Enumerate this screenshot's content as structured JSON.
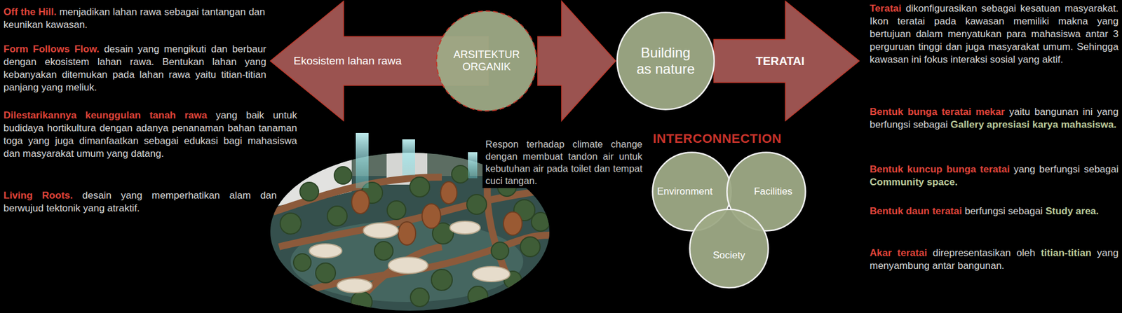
{
  "diagram": {
    "nodes": [
      {
        "text": [
          "Ekosistem lahan rawa"
        ]
      },
      {
        "text": [
          "ARSITEKTUR ORGANIK"
        ]
      },
      {
        "text": [
          "Building as nature"
        ]
      },
      {
        "text": [
          "TERATAI"
        ]
      },
      {
        "text": [
          "Environment"
        ]
      },
      {
        "text": [
          "Facilities"
        ]
      },
      {
        "text": [
          "Society"
        ]
      }
    ],
    "edges": [
      {
        "from": 1,
        "to": 2,
        "arrow": "to"
      }
    ],
    "labels": [
      "Off the Hill.",
      "menjadikan lahan rawa sebagai tantangan dan keunikan kawasan.",
      "Form Follows Flow.",
      "desain yang mengikuti dan berbaur dengan ekosistem lahan rawa. Bentukan lahan yang kebanyakan ditemukan pada lahan rawa yaitu titian-titian panjang yang meliuk.",
      "Dilestarikannya keunggulan tanah rawa",
      "yang baik untuk budidaya hortikultura dengan adanya penanaman bahan tanaman toga yang juga dimanfaatkan sebagai edukasi bagi mahasiswa dan masyarakat umum yang datang.",
      "Living Roots.",
      "desain yang memperhatikan alam dan berwujud tektonik yang atraktif.",
      "Respon terhadap climate change dengan membuat tandon air untuk kebutuhan air pada toilet dan tempat cuci tangan.",
      "INTERCONNECTION",
      "Teratai",
      "dikonfigurasikan sebagai kesatuan masyarakat. Ikon teratai pada kawasan memiliki makna yang bertujuan dalam menyatukan para mahasiswa antar 3 perguruan tinggi dan juga masyarakat umum. Sehingga kawasan ini fokus interaksi sosial yang aktif.",
      "Bentuk bunga teratai mekar",
      "yaitu bangunan ini yang berfungsi sebagai",
      "Gallery apresiasi karya mahasiswa.",
      "Bentuk kuncup bunga teratai",
      "yang berfungsi sebagai",
      "Community space.",
      "Bentuk daun teratai",
      "berfungsi sebagai",
      "Study area.",
      "Akar teratai",
      "direpresentasikan oleh",
      "titian-titian",
      "yang menyambung antar bangunan."
    ]
  }
}
